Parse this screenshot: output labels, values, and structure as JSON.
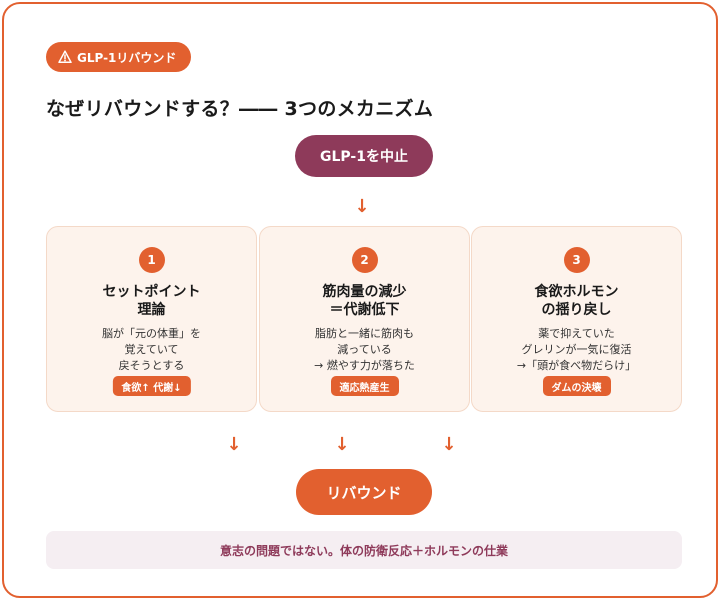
{
  "tag": {
    "icon": "warning-icon",
    "label": "GLP-1リバウンド"
  },
  "heading": "なぜリバウンドする？―― 3つのメカニズム",
  "start_node": "GLP-1を中止",
  "arrow_glyph": "↓",
  "mechanisms": [
    {
      "number": "1",
      "title": "セットポイント\n理論",
      "description": "脳が「元の体重」を\n覚えていて\n戻そうとする",
      "badge": "食欲↑ 代謝↓"
    },
    {
      "number": "2",
      "title": "筋肉量の減少\n＝代謝低下",
      "description": "脂肪と一緒に筋肉も\n減っている\n→ 燃やす力が落ちた",
      "badge": "適応熱産生"
    },
    {
      "number": "3",
      "title": "食欲ホルモン\nの揺り戻し",
      "description": "薬で抑えていた\nグレリンが一気に復活\n→「頭が食べ物だらけ」",
      "badge": "ダムの決壊"
    }
  ],
  "end_node": "リバウンド",
  "footer": "意志の問題ではない。体の防衛反応＋ホルモンの仕業",
  "colors": {
    "accent": "#e2602f",
    "plum": "#8e3a5a",
    "card_bg": "#fdf3ec"
  }
}
